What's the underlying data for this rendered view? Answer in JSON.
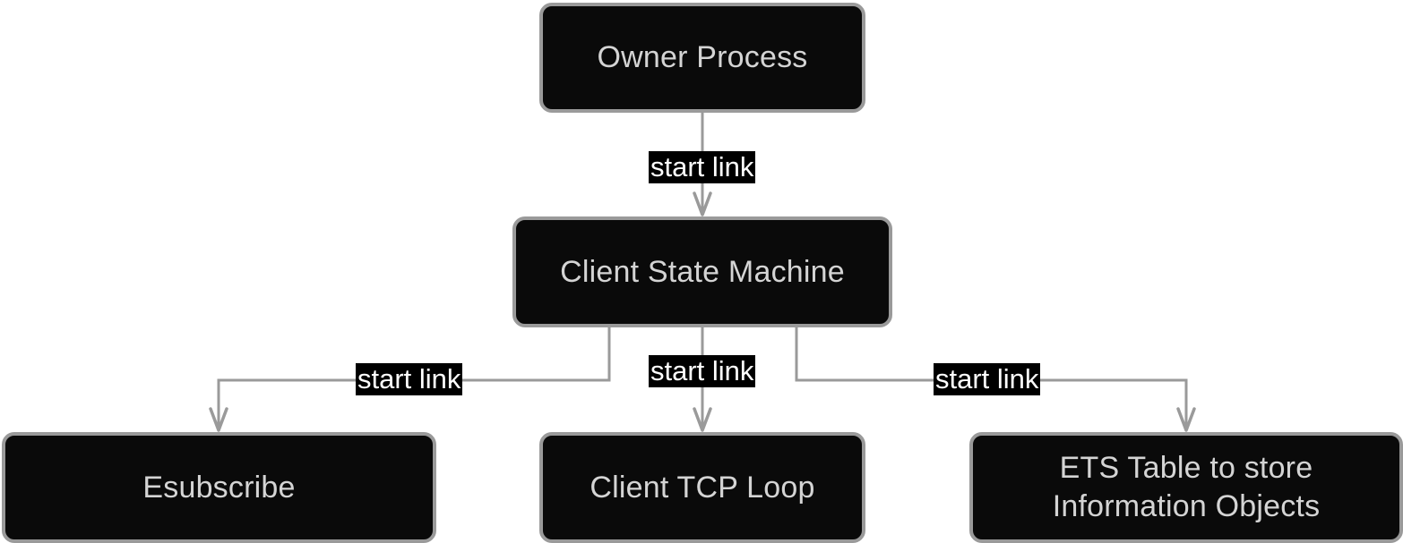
{
  "colors": {
    "node_fill": "#0a0a0a",
    "node_border": "#9a9a9a",
    "node_text": "#d4d4d4",
    "edge": "#9a9a9a",
    "label_bg": "#000000",
    "label_text": "#ffffff"
  },
  "nodes": {
    "owner": {
      "label": "Owner Process"
    },
    "client_sm": {
      "label": "Client State Machine"
    },
    "esubscribe": {
      "label": "Esubscribe"
    },
    "tcp_loop": {
      "label": "Client TCP Loop"
    },
    "ets": {
      "label": "ETS Table to store\nInformation Objects"
    }
  },
  "edges": [
    {
      "from": "owner",
      "to": "client_sm",
      "label": "start link"
    },
    {
      "from": "client_sm",
      "to": "esubscribe",
      "label": "start link"
    },
    {
      "from": "client_sm",
      "to": "tcp_loop",
      "label": "start link"
    },
    {
      "from": "client_sm",
      "to": "ets",
      "label": "start link"
    }
  ]
}
